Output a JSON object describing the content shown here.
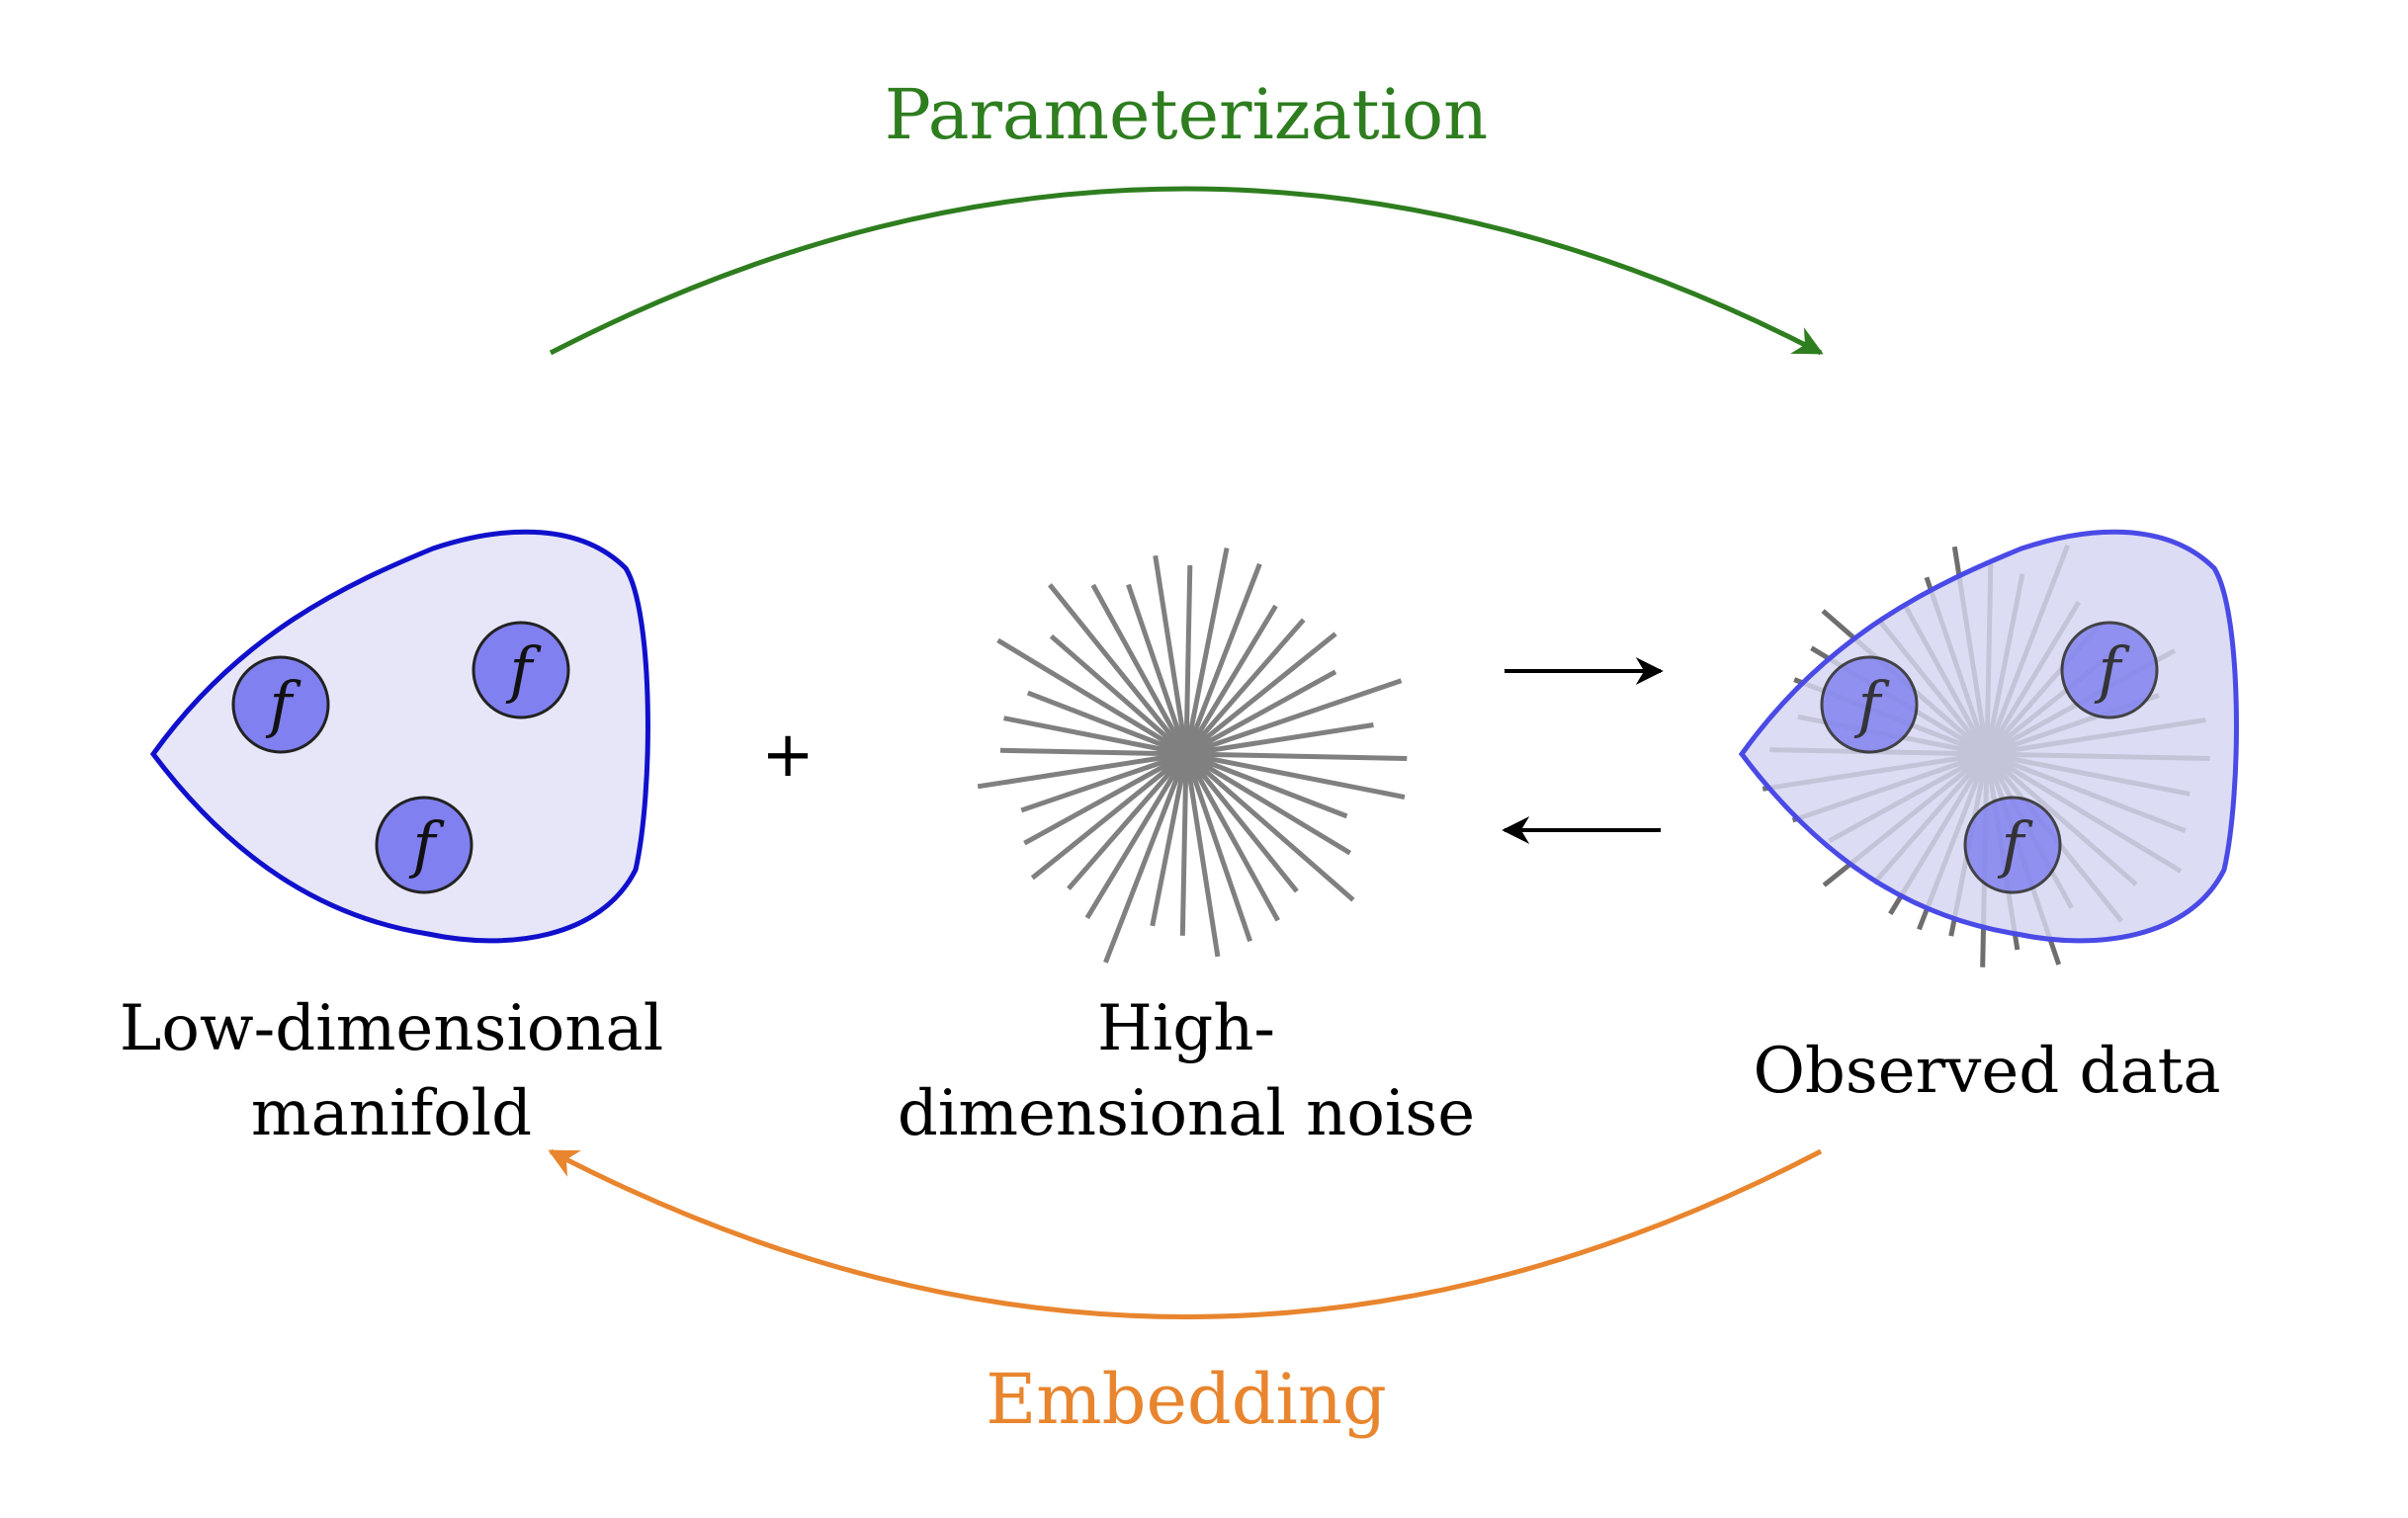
{
  "labels": {
    "top_arc": "Parameterization",
    "bottom_arc": "Embedding",
    "manifold_line1": "Low-dimensional",
    "manifold_line2": "manifold",
    "noise_line1": "High-",
    "noise_line2": "dimensional noise",
    "observed": "Observed data",
    "plus": "+",
    "f_symbol": "f"
  },
  "colors": {
    "parameterization": "#2e7d1f",
    "embedding": "#e8852e",
    "manifold_stroke": "#1010cc",
    "manifold_fill": "#e6e6f8",
    "function_fill": "#8080f0",
    "noise_ray": "#808080",
    "arrow": "#000000"
  },
  "noise": {
    "ray_count": 36
  }
}
